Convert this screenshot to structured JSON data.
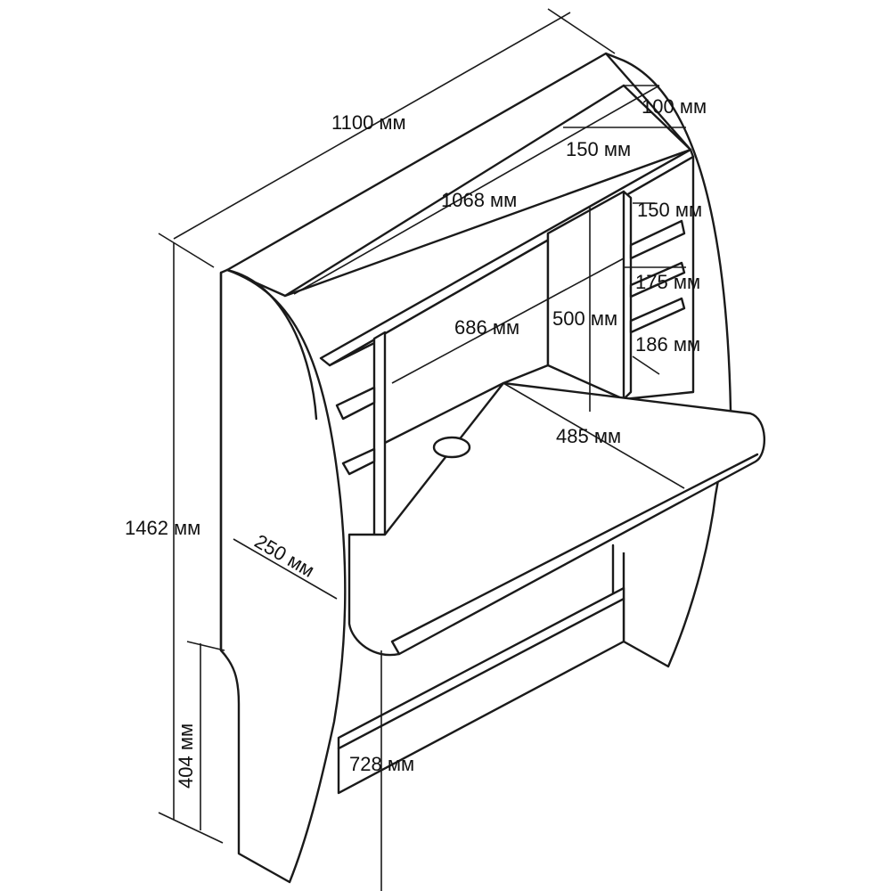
{
  "dimensions": {
    "overall_width": "1100 мм",
    "top_shelf_depth": "100 мм",
    "top_shelf_height": "150 мм",
    "inner_width": "1068 мм",
    "side_shelf_1": "150 мм",
    "side_shelf_2": "175 мм",
    "side_shelf_3": "186 мм",
    "upper_span": "686 мм",
    "upper_height": "500 мм",
    "desk_depth": "485 мм",
    "overall_height": "1462 мм",
    "side_depth": "250 мм",
    "base_height": "404 мм",
    "desk_height": "728 мм"
  }
}
